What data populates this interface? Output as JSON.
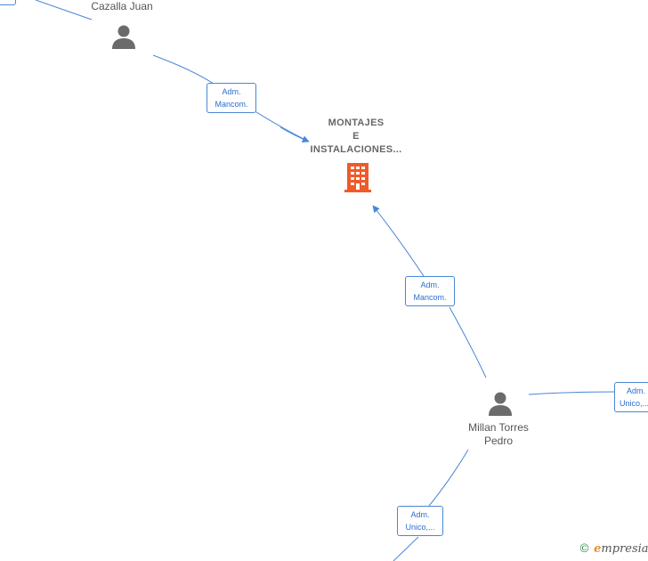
{
  "nodes": {
    "cazalla": {
      "label": "Cazalla Juan"
    },
    "company": {
      "line1": "MONTAJES",
      "line2": "E",
      "line3": "INSTALACIONES..."
    },
    "millan": {
      "line1": "Millan Torres",
      "line2": "Pedro"
    }
  },
  "edges": {
    "cazalla_company": {
      "line1": "Adm.",
      "line2": "Mancom."
    },
    "millan_company": {
      "line1": "Adm.",
      "line2": "Mancom."
    },
    "millan_right": {
      "line1": "Adm.",
      "line2": "Unico,..."
    },
    "millan_bottom": {
      "line1": "Adm.",
      "line2": "Unico,..."
    }
  },
  "colors": {
    "edge": "#4a86d6",
    "person_icon": "#6b6b6b",
    "company_icon": "#f05a28"
  },
  "watermark": {
    "copyright": "©",
    "brand_e": "e",
    "brand_rest": "mpresia"
  }
}
